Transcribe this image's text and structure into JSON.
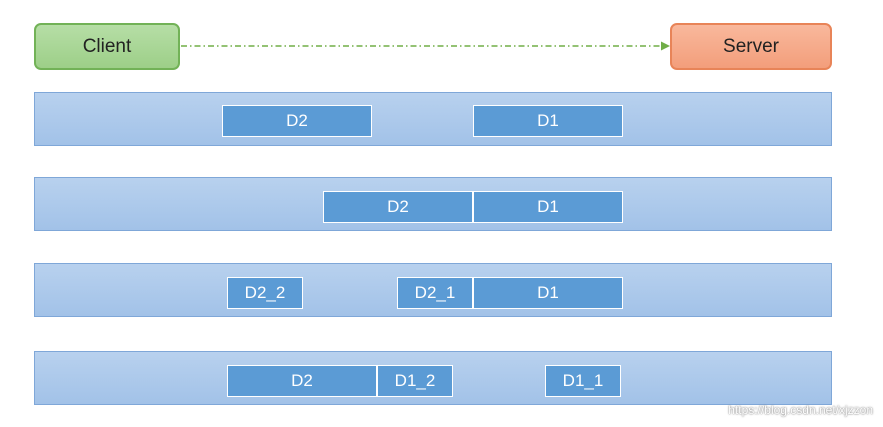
{
  "client": {
    "label": "Client"
  },
  "server": {
    "label": "Server"
  },
  "lanes": [
    {
      "packets": [
        "D2",
        "D1"
      ]
    },
    {
      "packets": [
        "D2",
        "D1"
      ]
    },
    {
      "packets": [
        "D2_2",
        "D2_1",
        "D1"
      ]
    },
    {
      "packets": [
        "D2",
        "D1_2",
        "D1_1"
      ]
    }
  ],
  "watermark": "https://blog.csdn.net/xjzzon",
  "colors": {
    "client_fill": "#9dcf88",
    "server_fill": "#f39e7b",
    "lane_fill": "#a2c2e8",
    "packet_fill": "#5b9bd5",
    "arrow": "#70ad47"
  }
}
